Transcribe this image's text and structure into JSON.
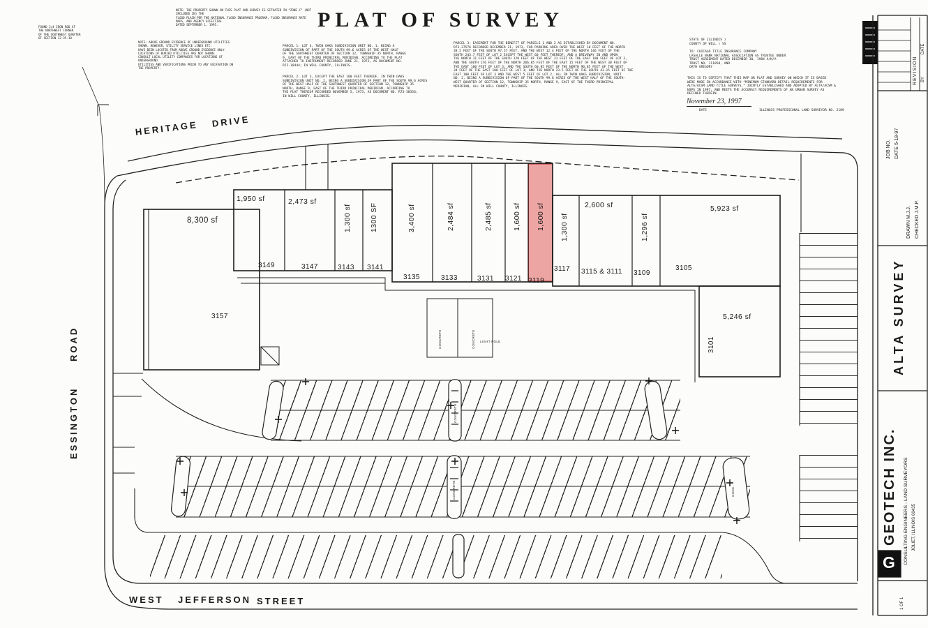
{
  "title": "PLAT OF SURVEY",
  "top_note": "NOTE:  THE PROPERTY SHOWN ON THIS PLAT AND SURVEY IS SITUATED IN “ZONE C” (NOT INCLUDED IN) THE\nFLOOD PLAIN PER THE NATIONAL FLOOD INSURANCE PROGRAM, FLOOD INSURANCE RATE MAPS, AND AGENCY EFFECTIVE\nDATED SEPTEMBER 1, 1995.",
  "corner_note": "FOUND 3/4 IRON ROD AT\nTHE NORTHWEST CORNER\nOF THE SOUTHWEST QUARTER\nOF SECTION 12-35-10",
  "utility_note": "NOTE:  ABOVE GROUND EVIDENCE OF UNDERGROUND UTILITIES\nSHOWN. HOWEVER, UTILITY SERVICE LINES ETC.\nHAVE BEEN LOCATED FROM ABOVE GROUND EVIDENCE ONLY.\nLOCATIONS OF BURIED UTILITIES ARE NOT SHOWN.\nCONSULT LOCAL UTILITY COMPANIES FOR LOCATIONS OF UNDERGROUND\nUTILITIES AND VERIFICATIONS PRIOR TO ANY EXCAVATION ON\nTHE PROPERTY.",
  "parcels": {
    "p1": "PARCEL 1:  LOT 4, TWIN OAKS SUBDIVISION UNIT NO. 1, BEING A\nSUBDIVISION OF PART OF THE SOUTH 99.6 ACRES OF THE WEST HALF\nOF THE SOUTHWEST QUARTER OF SECTION 12, TOWNSHIP 35 NORTH, RANGE\n9, EAST OF THE THIRD PRINCIPAL MERIDIAN, ACCORDING TO THE PLAT\nATTACHED TO INSTRUMENT RECORDED JUNE 21, 1972, AS DOCUMENT NO.\nR72-18444; IN WILL COUNTY, ILLINOIS.",
    "p2": "PARCEL 2:  LOT 3, EXCEPT THE EAST 100 FEET THEREOF, IN TWIN OAKS\nSUBDIVISION UNIT NO. 2, BEING A SUBDIVISION OF PART OF THE SOUTH 99.6 ACRES\nOF THE WEST HALF OF THE SOUTHWEST QUARTER OF SECTION 12, TOWNSHIP 35\nNORTH, RANGE 9, EAST OF THE THIRD PRINCIPAL MERIDIAN, ACCORDING TO\nTHE PLAT THEREOF RECORDED NOVEMBER 5, 1973, AS DOCUMENT NO. R73-38356;\nIN WILL COUNTY, ILLINOIS.",
    "p3": "PARCEL 3:  EASEMENT FOR THE BENEFIT OF PARCELS 1 AND 2 AS ESTABLISHED BY DOCUMENT NO.\nR73-37576 RECORDED DECEMBER 21, 1973, FOR PARKING AREA OVER THE WEST 10 FEET OF THE NORTH\n38.5 FEET OF THE SOUTH 97.57 FEET, AND THE WEST 12.4 FEET OF THE NORTH 146 FEET OF THE\nSOUTH 243.7 FEET OF LOT 2 EXCEPT THE WEST 60 FEET THEREOF; AND A DRIVEWAY IN AND UPON\nTHE NORTH 31 FEET OF THE SOUTH 128 FEET OF THE WEST 31 FEET OF THE EAST 100 FEET OF LOT 3,\nAND THE SOUTH 176 FEET OF THE NORTH 206.85 FEET OF THE EAST 15 FEET OF THE WEST 30 FEET OF\nTHE EAST 100 FEET OF LOT 3; AND THE SOUTH 60.85 FEET OF THE NORTH 90.85 FEET OF THE WEST\n34 FEET OF THE EAST 100 FEET OF LOT 3; AND THE NORTH 23.5 FEET OF THE SOUTH 43.15 FEET OF THE\nEAST 100 FEET OF LOT 3 AND THE WEST 5 FEET OF LOT 2, ALL IN TWIN OAKS SUBDIVISION, UNIT\nNO. 2, BEING A SUBDIVISION OF PART OF THE SOUTH 99.6 ACRES OF THE WEST HALF OF THE SOUTH-\nWEST QUARTER OF SECTION 12, TOWNSHIP 35 NORTH, RANGE 9, EAST OF THE THIRD PRINCIPAL\nMERIDIAN, ALL IN WILL COUNTY, ILLINOIS."
  },
  "certification": {
    "state": "STATE OF ILLINOIS )\nCOUNTY OF WILL      ) SS",
    "to": "TO:  CHICAGO TITLE INSURANCE COMPANY\n      LASALLE BANK NATIONAL ASSOCIATION AS TRUSTEE UNDER\n      TRUST AGREEMENT DATED DECEMBER 30, 1984 A/K/A\n      TRUST NO. 111850, AND\n      OATH GREGORY",
    "body": "THIS IS TO CERTIFY THAT THIS MAP OR PLAT AND SURVEY ON WHICH IT IS BASED\nWERE MADE IN ACCORDANCE WITH “MINIMUM STANDARD DETAIL REQUIREMENTS FOR\nALTA/ACSM LAND TITLE SURVEYS,” JOINTLY ESTABLISHED AND ADOPTED BY ALTA/ACSM &\nNSPS IN 1997, AND MEETS THE ACCURACY REQUIREMENTS OF AN URBAN SURVEY AS\nDEFINED THEREIN.",
    "date_value": "November 23, 1997",
    "date_label": "DATE",
    "surveyor": "ILLINOIS PROFESSIONAL LAND SURVEYOR NO. 2189"
  },
  "streets": {
    "heritage_1": "HERITAGE",
    "heritage_2": "DRIVE",
    "essington_1": "ROAD",
    "essington_2": "ESSINGTON",
    "jefferson_1": "WEST",
    "jefferson_2": "JEFFERSON",
    "jefferson_3": "STREET"
  },
  "units": [
    {
      "sf": "8,300 sf",
      "addr": "3157"
    },
    {
      "sf": "1,950 sf",
      "addr": "3149"
    },
    {
      "sf": "2,473 sf",
      "addr": "3147"
    },
    {
      "sf": "1,300 sf",
      "addr": "3143"
    },
    {
      "sf": "1300 SF",
      "addr": "3141"
    },
    {
      "sf": "3,400 sf",
      "addr": "3135"
    },
    {
      "sf": "2,484 sf",
      "addr": "3133"
    },
    {
      "sf": "2,485 sf",
      "addr": "3131"
    },
    {
      "sf": "1,600 sf",
      "addr": "3121"
    },
    {
      "sf": "1,600 sf",
      "addr": "3119"
    },
    {
      "sf": "1,300 sf",
      "addr": "3117"
    },
    {
      "sf": "2,600 sf",
      "addr": "3115 & 3111"
    },
    {
      "sf": "1,296 sf",
      "addr": "3109"
    },
    {
      "sf": "5,923 sf",
      "addr": "3105"
    },
    {
      "sf": "5,246 sf",
      "addr": "3101"
    }
  ],
  "site_labels": {
    "concrete": "CONCRETE",
    "light_pole": "LIGHT POLE",
    "conc": "CONC."
  },
  "highlight_color": "#e88f8f",
  "titleblock": {
    "revision": "REVISION",
    "date_col": "DATE",
    "by_col": "BY",
    "job": "JOB  NO.",
    "date": "DATE  5-18-97",
    "drawn": "DRAWN  M.J.J.",
    "checked": "CHECKED  J.M.P.",
    "alta": "ALTA  SURVEY",
    "firm": "GEOTECH  INC.",
    "firm_tag": "CONSULTING  ENGINEERS  -  LAND  SURVEYORS",
    "firm_city": "JOLIET, ILLINOIS 60435",
    "logo_letter": "G",
    "sheet": "1 OF 1"
  }
}
